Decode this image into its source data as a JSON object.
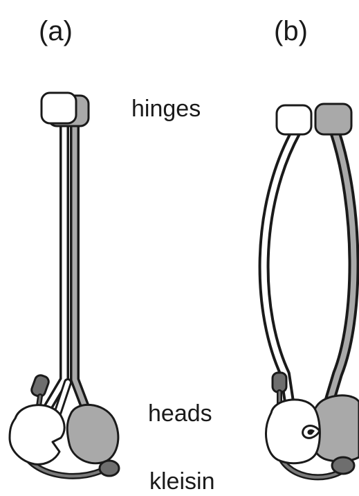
{
  "panels": [
    {
      "id": "a",
      "label": "(a)"
    },
    {
      "id": "b",
      "label": "(b)"
    }
  ],
  "labels": {
    "hinges": "hinges",
    "heads": "heads",
    "kleisin": "kleisin"
  },
  "colors": {
    "outline": "#1a1a1a",
    "white_subunit": "#ffffff",
    "grey_subunit": "#a9a9a9",
    "dark_grey": "#6e6e6e",
    "background": "#ffffff"
  }
}
